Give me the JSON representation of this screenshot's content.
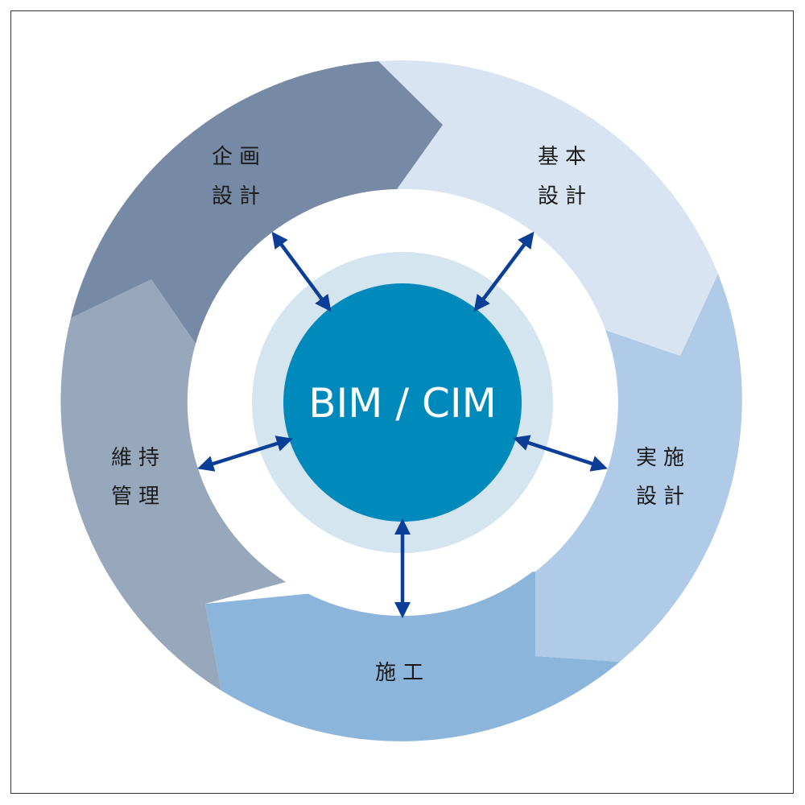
{
  "center": {
    "label": "BIM / CIM"
  },
  "stages": [
    {
      "id": "kikaku",
      "line1": "企画",
      "line2": "設計",
      "color": "#7689a5"
    },
    {
      "id": "kihon",
      "line1": "基本",
      "line2": "設計",
      "color": "#d9e4f2"
    },
    {
      "id": "jisshi",
      "line1": "実施",
      "line2": "設計",
      "color": "#afcbe7"
    },
    {
      "id": "seko",
      "line1": "施工",
      "line2": "",
      "color": "#8cb5dc"
    },
    {
      "id": "iji",
      "line1": "維持",
      "line2": "管理",
      "color": "#97a8bd"
    }
  ],
  "colors": {
    "center": "#0089bb",
    "halo": "#d4e5f0",
    "arrow": "#0b3e97",
    "frame": "#333333"
  }
}
